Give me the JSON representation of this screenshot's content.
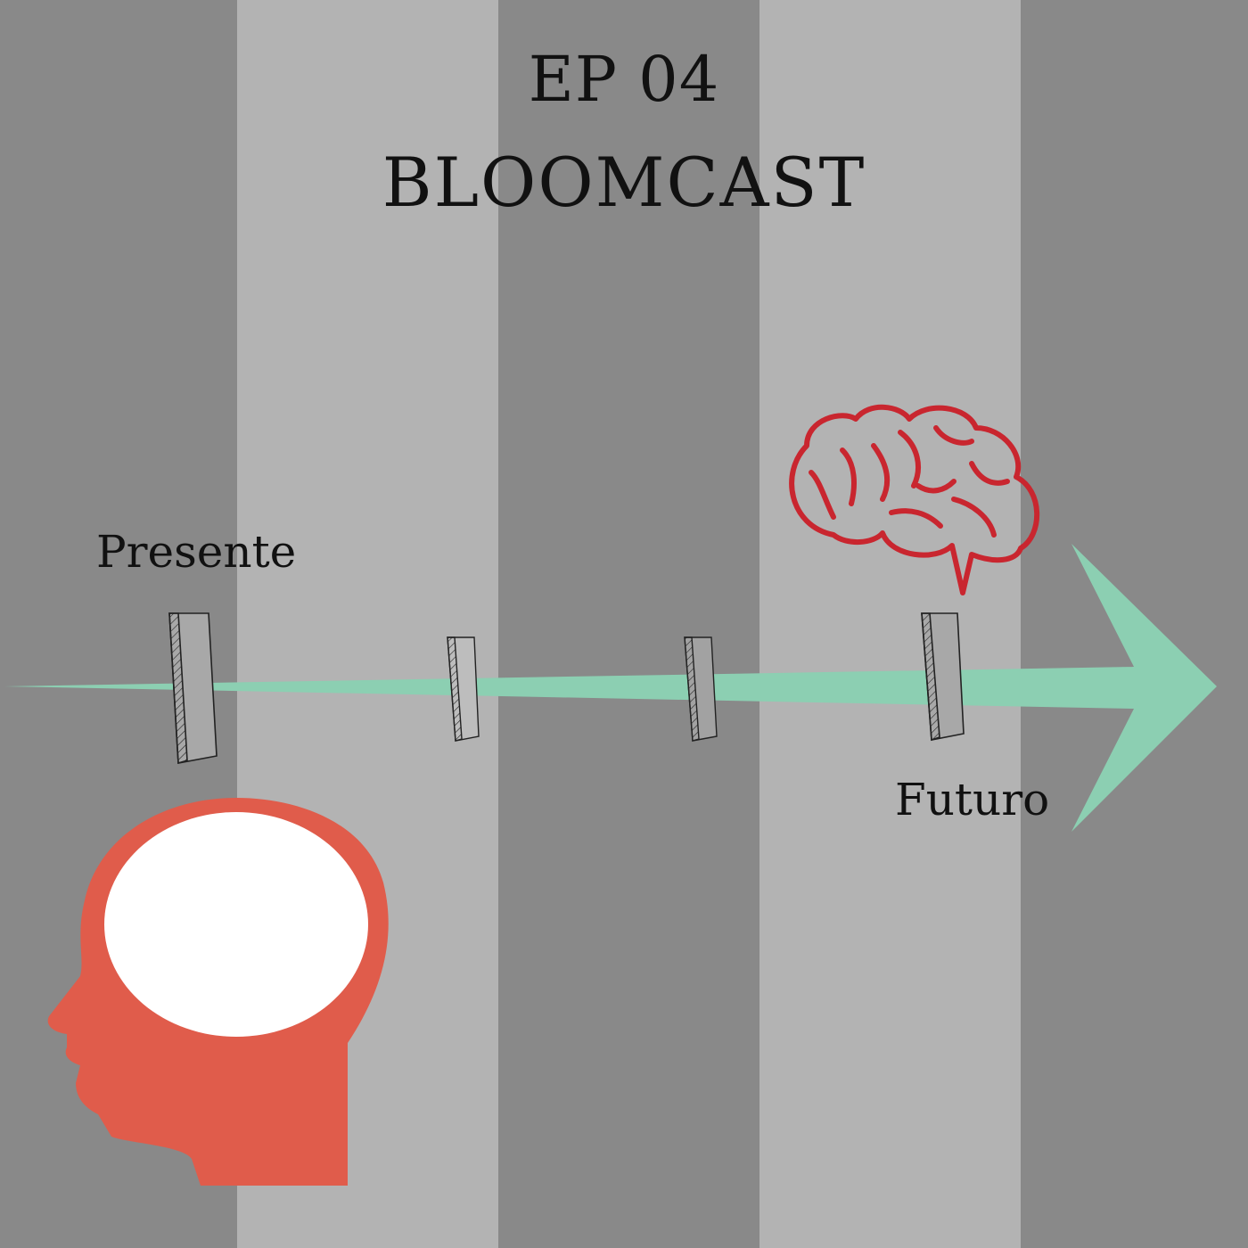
{
  "header": {
    "episode": "EP 04",
    "show": "BLOOMCAST"
  },
  "timeline": {
    "start_label": "Presente",
    "end_label": "Futuro"
  },
  "colors": {
    "stripe_dark": "#898989",
    "stripe_light": "#b3b3b3",
    "arrow": "#8ccfb2",
    "head": "#e05c4b",
    "brain_outline": "#c9262f",
    "text": "#111111"
  },
  "icons": [
    "human-head-icon",
    "brain-icon",
    "timeline-arrow-icon",
    "domino-icon"
  ]
}
